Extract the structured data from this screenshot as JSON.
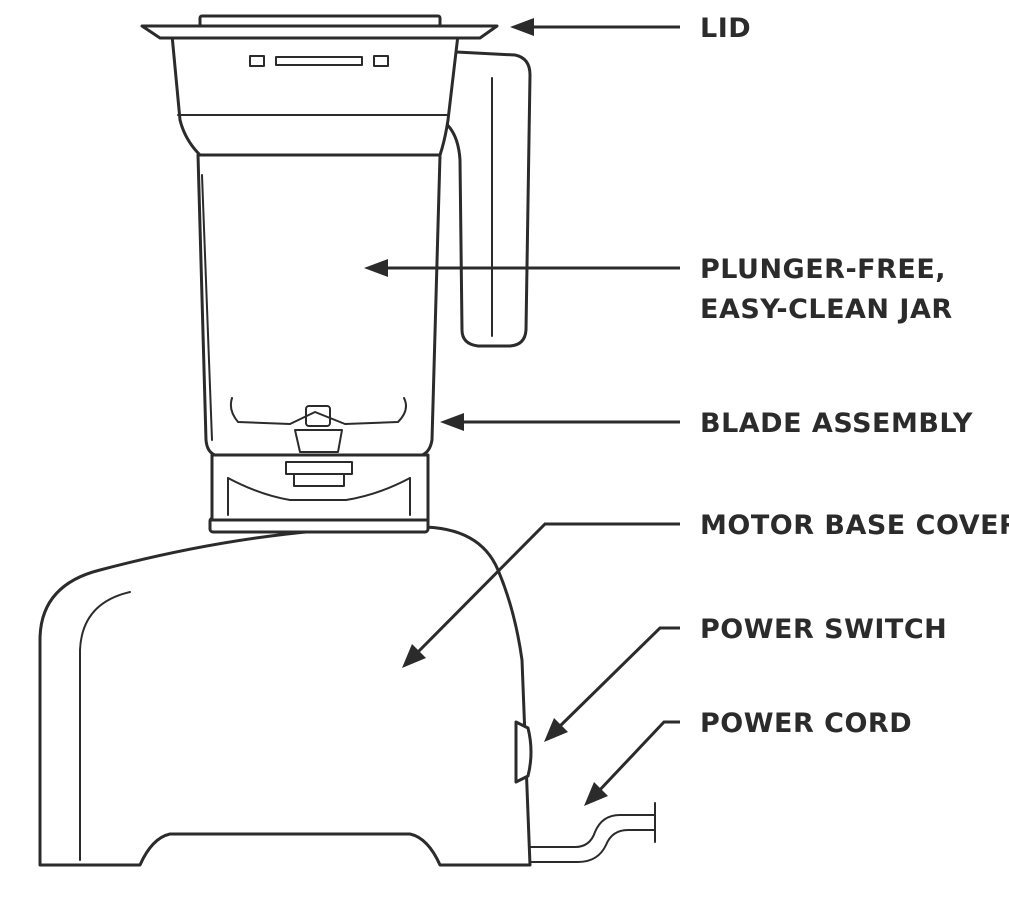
{
  "labels": {
    "lid": "LID",
    "jar_line1": "PLUNGER-FREE,",
    "jar_line2": "EASY-CLEAN JAR",
    "blade_assembly": "BLADE ASSEMBLY",
    "motor_base_cover": "MOTOR BASE COVER",
    "power_switch": "POWER SWITCH",
    "power_cord": "POWER CORD"
  },
  "colors": {
    "line": "#2b2b2b",
    "background": "#ffffff"
  }
}
